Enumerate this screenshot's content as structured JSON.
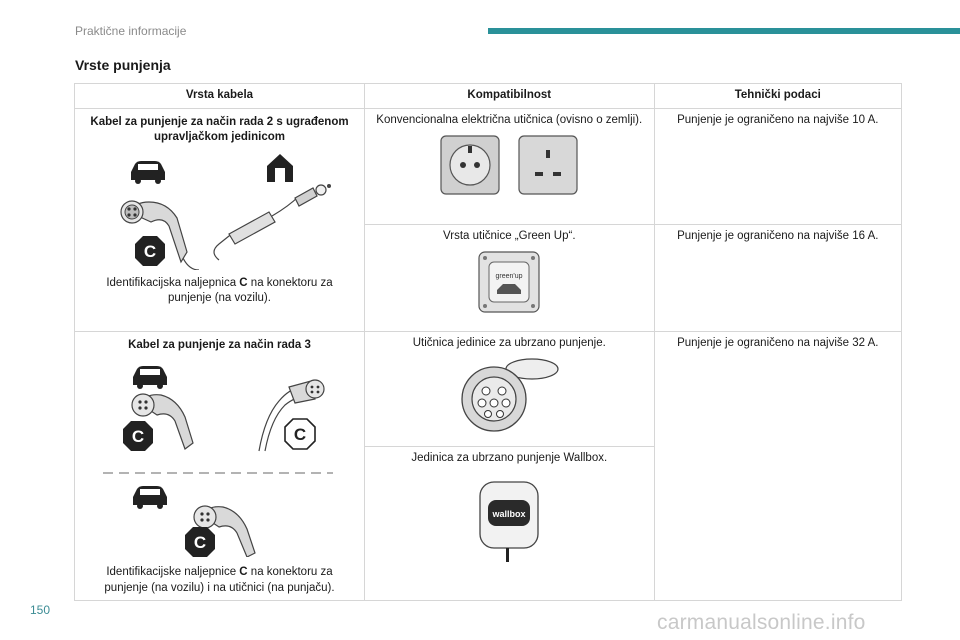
{
  "header": {
    "section": "Praktične informacije",
    "accent_color": "#2a9199"
  },
  "title": "Vrste punjenja",
  "page_number": "150",
  "watermark": "carmanualsonline.info",
  "table": {
    "headers": [
      "Vrsta kabela",
      "Kompatibilnost",
      "Tehnički podaci"
    ],
    "row1": {
      "cable_title": "Kabel za punjenje za način rada 2 s ugrađenom upravljačkom jedinicom",
      "caption_pre": "Identifikacijska naljepnica ",
      "caption_mark": "C",
      "caption_post": " na konektoru za punjenje (na vozilu).",
      "compat_a": "Konvencionalna električna utičnica (ovisno o zemlji).",
      "tech_a": "Punjenje je ograničeno na najviše 10 A.",
      "compat_b": "Vrsta utičnice „Green Up“.",
      "tech_b": "Punjenje je ograničeno na najviše 16 A.",
      "greenup_logo": "green'up"
    },
    "row2": {
      "cable_title": "Kabel za punjenje za način rada 3",
      "caption_pre": "Identifikacijske naljepnice ",
      "caption_mark": "C",
      "caption_post": " na konektoru za punjenje (na vozilu) i na utičnici (na punjaču).",
      "compat_a": "Utičnica jedinice za ubrzano punjenje.",
      "tech": "Punjenje je ograničeno na najviše 32 A.",
      "compat_b": "Jedinica za ubrzano punjenje Wallbox.",
      "wallbox_logo": "wallbox"
    },
    "label_badge": "C"
  }
}
